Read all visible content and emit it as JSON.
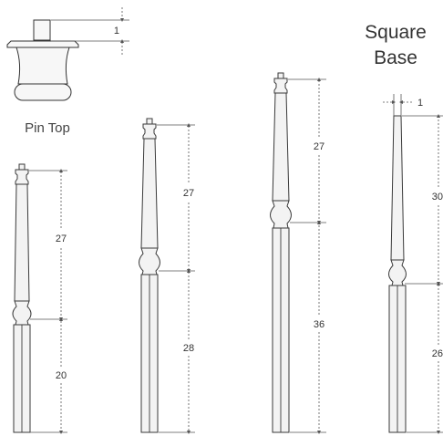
{
  "heading": {
    "line1": "Square",
    "line2": "Base"
  },
  "pin_top": {
    "label": "Pin Top",
    "dimension": "1"
  },
  "newels": [
    {
      "top_dim": "27",
      "bottom_dim": "20"
    },
    {
      "top_dim": "27",
      "bottom_dim": "28"
    },
    {
      "top_dim": "27",
      "bottom_dim": "36"
    },
    {
      "top_dim": "30",
      "bottom_dim": "26",
      "width_dim": "1"
    }
  ]
}
